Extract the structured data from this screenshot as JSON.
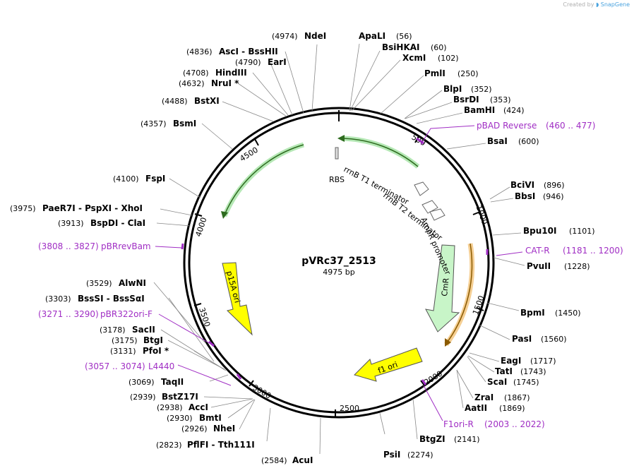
{
  "credit": {
    "prefix": "Created by",
    "brand": "SnapGene"
  },
  "plasmid": {
    "name": "pVRc37_2513",
    "length": "4975 bp"
  },
  "ticks": [
    "500",
    "1000",
    "1500",
    "2000",
    "2500",
    "3000",
    "3500",
    "4000",
    "4500"
  ],
  "features": [
    {
      "label": "CmR",
      "color": "#c8f5c8"
    },
    {
      "label": "f1 ori",
      "color": "#ffff00"
    },
    {
      "label": "p15A ori",
      "color": "#ffff00"
    },
    {
      "label": "AmpR promoter",
      "color": "#ffffff"
    },
    {
      "label": "rrnB T2 terminator",
      "color": "#ffffff"
    },
    {
      "label": "rrnB T1 terminator",
      "color": "#ffffff"
    },
    {
      "label": "RBS",
      "color": "#ffffff"
    }
  ],
  "sites": [
    {
      "name": "NdeI",
      "pos": "(4974)"
    },
    {
      "name": "ApaLI",
      "pos": "(56)"
    },
    {
      "name": "BsiHKAI",
      "pos": "(60)"
    },
    {
      "name": "XcmI",
      "pos": "(102)"
    },
    {
      "name": "PmlI",
      "pos": "(250)"
    },
    {
      "name": "BlpI",
      "pos": "(352)"
    },
    {
      "name": "BsrDI",
      "pos": "(353)"
    },
    {
      "name": "BamHI",
      "pos": "(424)"
    },
    {
      "name": "BsaI",
      "pos": "(600)"
    },
    {
      "name": "BciVI",
      "pos": "(896)"
    },
    {
      "name": "BbsI",
      "pos": "(946)"
    },
    {
      "name": "Bpu10I",
      "pos": "(1101)"
    },
    {
      "name": "PvuII",
      "pos": "(1228)"
    },
    {
      "name": "BpmI",
      "pos": "(1450)"
    },
    {
      "name": "PasI",
      "pos": "(1560)"
    },
    {
      "name": "EagI",
      "pos": "(1717)"
    },
    {
      "name": "TatI",
      "pos": "(1743)"
    },
    {
      "name": "ScaI",
      "pos": "(1745)"
    },
    {
      "name": "ZraI",
      "pos": "(1867)"
    },
    {
      "name": "AatII",
      "pos": "(1869)"
    },
    {
      "name": "BtgZI",
      "pos": "(2141)"
    },
    {
      "name": "PsiI",
      "pos": "(2274)"
    },
    {
      "name": "AcuI",
      "pos": "(2584)"
    },
    {
      "name": "PflFI  -  Tth111I",
      "pos": "(2823)"
    },
    {
      "name": "NheI",
      "pos": "(2926)"
    },
    {
      "name": "BmtI",
      "pos": "(2930)"
    },
    {
      "name": "AccI",
      "pos": "(2938)"
    },
    {
      "name": "BstZ17I",
      "pos": "(2939)"
    },
    {
      "name": "TaqII",
      "pos": "(3069)"
    },
    {
      "name": "PfoI *",
      "pos": "(3131)"
    },
    {
      "name": "BtgI",
      "pos": "(3175)"
    },
    {
      "name": "SacII",
      "pos": "(3178)"
    },
    {
      "name": "BssSI  -  BssSαI",
      "pos": "(3303)"
    },
    {
      "name": "AlwNI",
      "pos": "(3529)"
    },
    {
      "name": "BspDI  -  ClaI",
      "pos": "(3913)"
    },
    {
      "name": "PaeR7I  -  PspXI  -  XhoI",
      "pos": "(3975)"
    },
    {
      "name": "FspI",
      "pos": "(4100)"
    },
    {
      "name": "BsmI",
      "pos": "(4357)"
    },
    {
      "name": "BstXI",
      "pos": "(4488)"
    },
    {
      "name": "NruI *",
      "pos": "(4632)"
    },
    {
      "name": "HindIII",
      "pos": "(4708)"
    },
    {
      "name": "EarI",
      "pos": "(4790)"
    },
    {
      "name": "AscI  -  BssHII",
      "pos": "(4836)"
    }
  ],
  "primers": [
    {
      "name": "pBAD Reverse",
      "range": "(460 .. 477)"
    },
    {
      "name": "CAT-R",
      "range": "(1181 .. 1200)"
    },
    {
      "name": "F1ori-R",
      "range": "(2003 .. 2022)"
    },
    {
      "name": "L4440",
      "range": "(3057 .. 3074)"
    },
    {
      "name": "pBR322ori-F",
      "range": "(3271 .. 3290)"
    },
    {
      "name": "pBRrevBam",
      "range": "(3808 .. 3827)"
    }
  ]
}
